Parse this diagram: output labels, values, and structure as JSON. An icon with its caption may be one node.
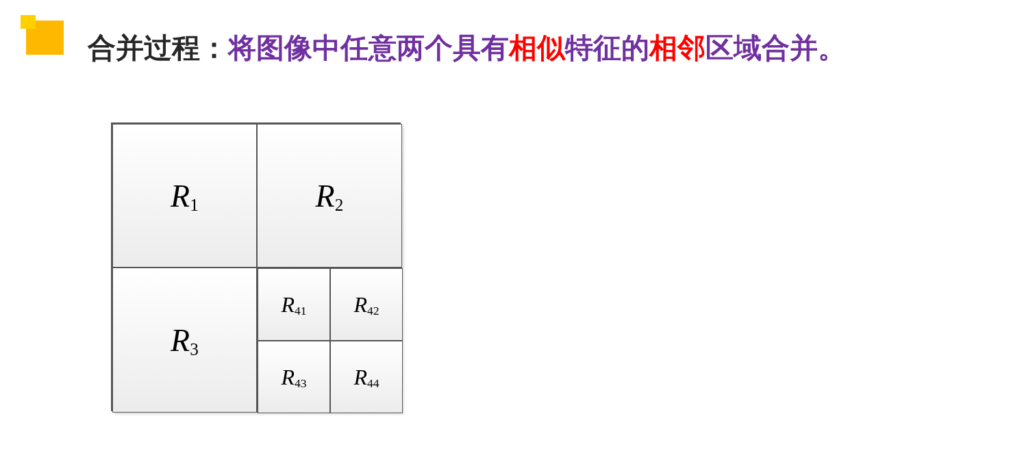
{
  "diagram": {
    "title": "将图像中任意两个具有**相似**特征的**相邻**区域合并。",
    "labels": [
      "合并过程："
    ],
    "nodes": [
      {
        "text": [],
        "shape": "box"
      },
      {
        "text": [
          "*R*$_{1}$"
        ],
        "in": 0
      },
      {
        "text": [
          "*R*$_{2}$"
        ],
        "in": 0
      },
      {
        "text": [
          "*R*$_{3}$"
        ],
        "in": 0
      },
      {
        "text": [],
        "shape": "box",
        "in": 0
      },
      {
        "text": [
          "*R*$_{41}$"
        ],
        "in": 4
      },
      {
        "text": [
          "*R*$_{42}$"
        ],
        "in": 4
      },
      {
        "text": [
          "*R*$_{43}$"
        ],
        "in": 4
      },
      {
        "text": [
          "*R*$_{44}$"
        ],
        "in": 4
      }
    ]
  }
}
